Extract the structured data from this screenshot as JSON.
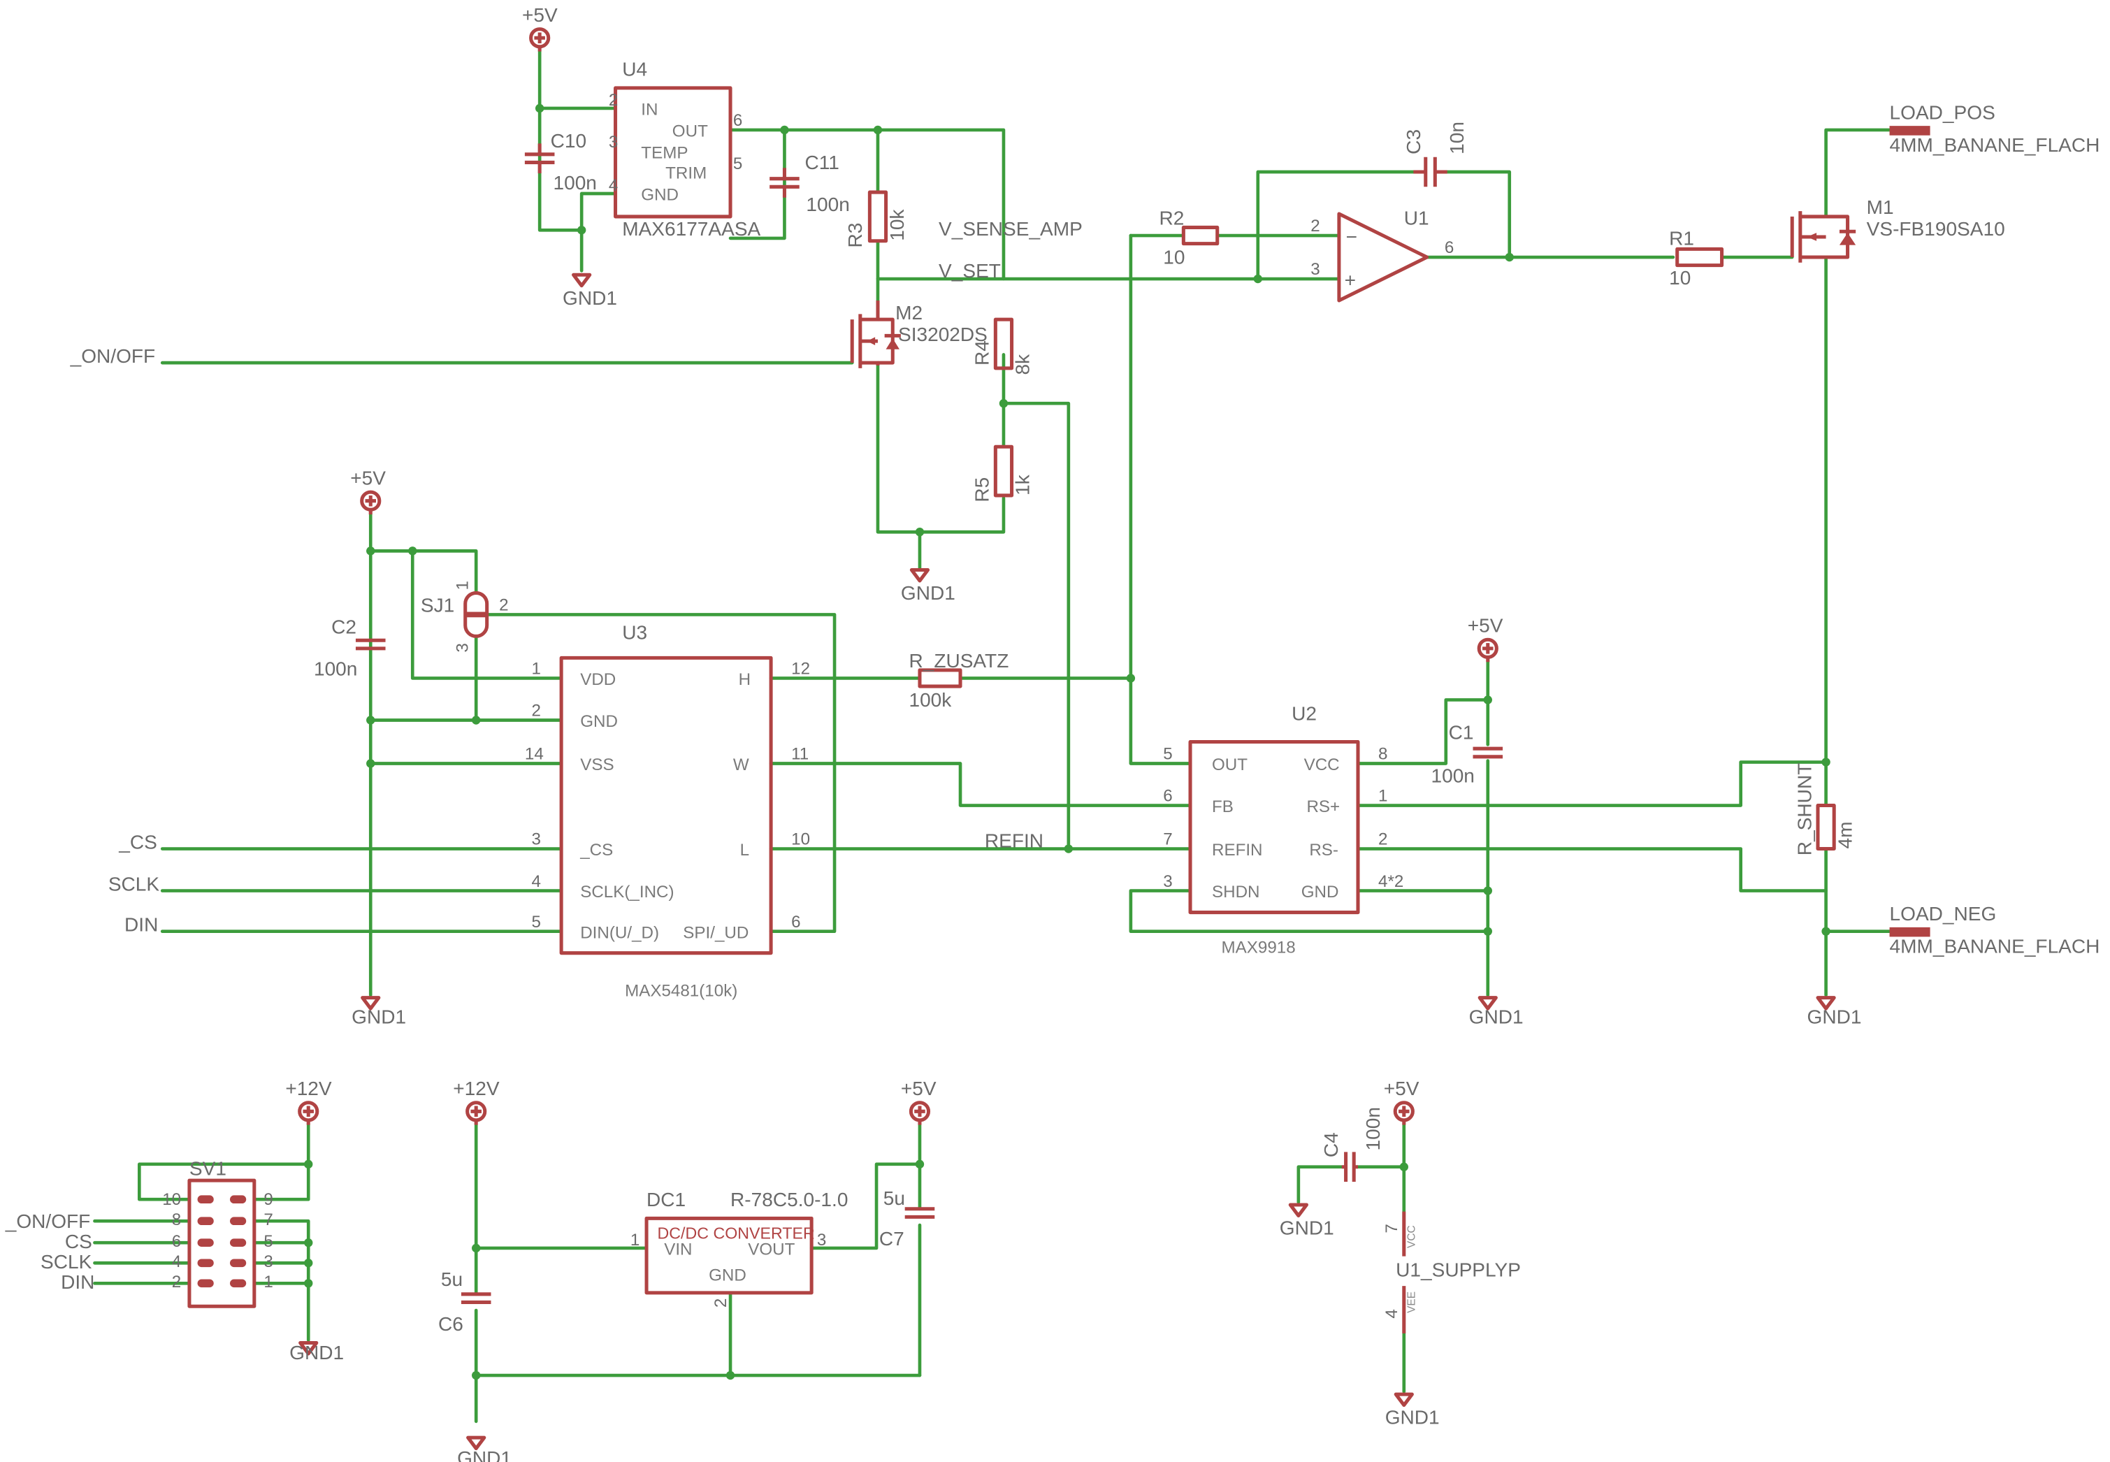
{
  "supply": {
    "p5v": "+5V",
    "p12v": "+12V",
    "gnd": "GND1"
  },
  "nets": {
    "on_off": "_ON/OFF",
    "cs": "_CS",
    "sclk": "SCLK",
    "din": "DIN",
    "v_sense_amp": "V_SENSE_AMP",
    "v_set": "V_SET",
    "refin": "REFIN",
    "load_pos": "LOAD_POS",
    "load_neg": "LOAD_NEG",
    "banana_pos": "4MM_BANANE_FLACH",
    "banana_neg": "4MM_BANANE_FLACH"
  },
  "u4": {
    "name": "U4",
    "value": "MAX6177AASA",
    "pins": [
      "IN",
      "OUT",
      "TEMP",
      "TRIM",
      "GND"
    ],
    "pin_numbers": [
      "2",
      "6",
      "3",
      "5",
      "4"
    ]
  },
  "u3": {
    "name": "U3",
    "value": "MAX5481(10k)",
    "left_pins": [
      "VDD",
      "GND",
      "VSS",
      "_CS",
      "SCLK(_INC)",
      "DIN(U/_D)"
    ],
    "left_pin_numbers": [
      "1",
      "2",
      "14",
      "3",
      "4",
      "5"
    ],
    "right_pins": [
      "H",
      "W",
      "L",
      "SPI/_UD"
    ],
    "right_pin_numbers": [
      "12",
      "11",
      "10",
      "6"
    ]
  },
  "u2": {
    "name": "U2",
    "value": "MAX9918",
    "left_pins": [
      "OUT",
      "FB",
      "REFIN",
      "SHDN"
    ],
    "left_pin_numbers": [
      "5",
      "6",
      "7",
      "3"
    ],
    "right_pins": [
      "VCC",
      "RS+",
      "RS-",
      "GND"
    ],
    "right_pin_numbers": [
      "8",
      "1",
      "2",
      "4*2"
    ]
  },
  "u1": {
    "name": "U1",
    "pin_minus": "2",
    "pin_plus": "3",
    "pin_out": "6",
    "sign_minus": "−",
    "sign_plus": "+",
    "supply_name": "U1_SUPPLYP",
    "supply_pin_vcc": "7",
    "supply_pin_vee": "4",
    "supply_label_vcc": "VCC",
    "supply_label_vee": "VEE"
  },
  "m1": {
    "name": "M1",
    "value": "VS-FB190SA10"
  },
  "m2": {
    "name": "M2",
    "value": "SI3202DS"
  },
  "sj1": {
    "name": "SJ1",
    "pins": [
      "1",
      "2",
      "3"
    ]
  },
  "sv1": {
    "name": "SV1",
    "left_pins": [
      "10",
      "8",
      "6",
      "4",
      "2"
    ],
    "right_pins": [
      "9",
      "7",
      "5",
      "3",
      "1"
    ],
    "nets": [
      "_ON/OFF",
      "CS",
      "SCLK",
      "DIN"
    ]
  },
  "dc1": {
    "name": "DC1",
    "value": "R-78C5.0-1.0",
    "title": "DC/DC CONVERTER",
    "pins": [
      "VIN",
      "VOUT",
      "GND"
    ],
    "pin_numbers": [
      "1",
      "3",
      "2"
    ]
  },
  "resistors": [
    {
      "name": "R1",
      "value": "10"
    },
    {
      "name": "R2",
      "value": "10"
    },
    {
      "name": "R3",
      "value": "10k"
    },
    {
      "name": "R4",
      "value": "8k"
    },
    {
      "name": "R5",
      "value": "1k"
    },
    {
      "name": "R_ZUSATZ",
      "value": "100k"
    },
    {
      "name": "R_SHUNT",
      "value": "4m"
    }
  ],
  "capacitors": [
    {
      "name": "C1",
      "value": "100n"
    },
    {
      "name": "C2",
      "value": "100n"
    },
    {
      "name": "C3",
      "value": "10n"
    },
    {
      "name": "C4",
      "value": "100n"
    },
    {
      "name": "C6",
      "value": "5u"
    },
    {
      "name": "C7",
      "value": "5u"
    },
    {
      "name": "C10",
      "value": "100n"
    },
    {
      "name": "C11",
      "value": "100n"
    }
  ],
  "colors": {
    "wire": "#3c9c3c",
    "symbol": "#b04343",
    "label": "#6a6a6a"
  }
}
